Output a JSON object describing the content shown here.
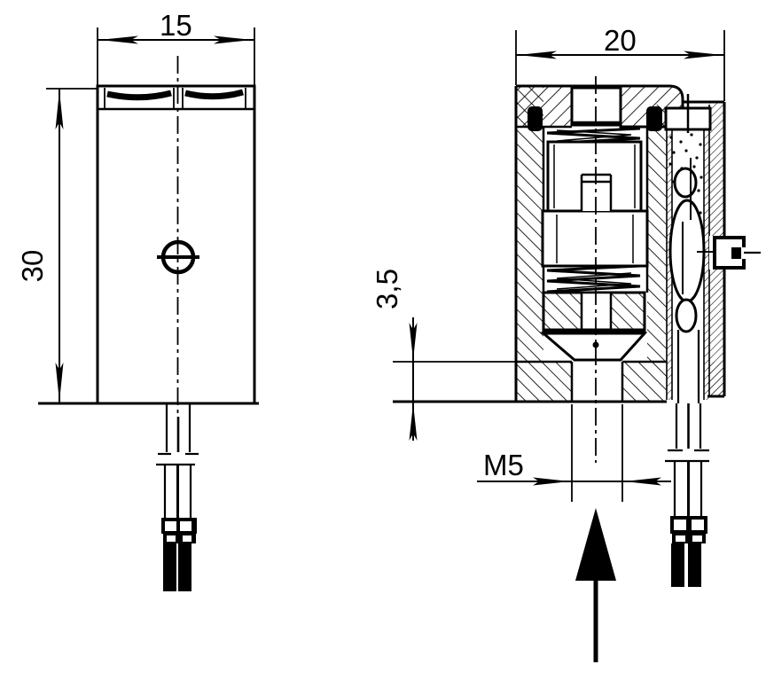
{
  "page": {
    "background": "#ffffff"
  },
  "drawing": {
    "ink": "#000000",
    "type": "technical-orthographic-drawing",
    "dimensions": {
      "front_width": {
        "value": "15"
      },
      "front_height": {
        "value": "30"
      },
      "section_width": {
        "value": "20"
      },
      "mount_wall_thickness": {
        "value": "3,5"
      },
      "thread": {
        "value": "M5"
      }
    }
  }
}
